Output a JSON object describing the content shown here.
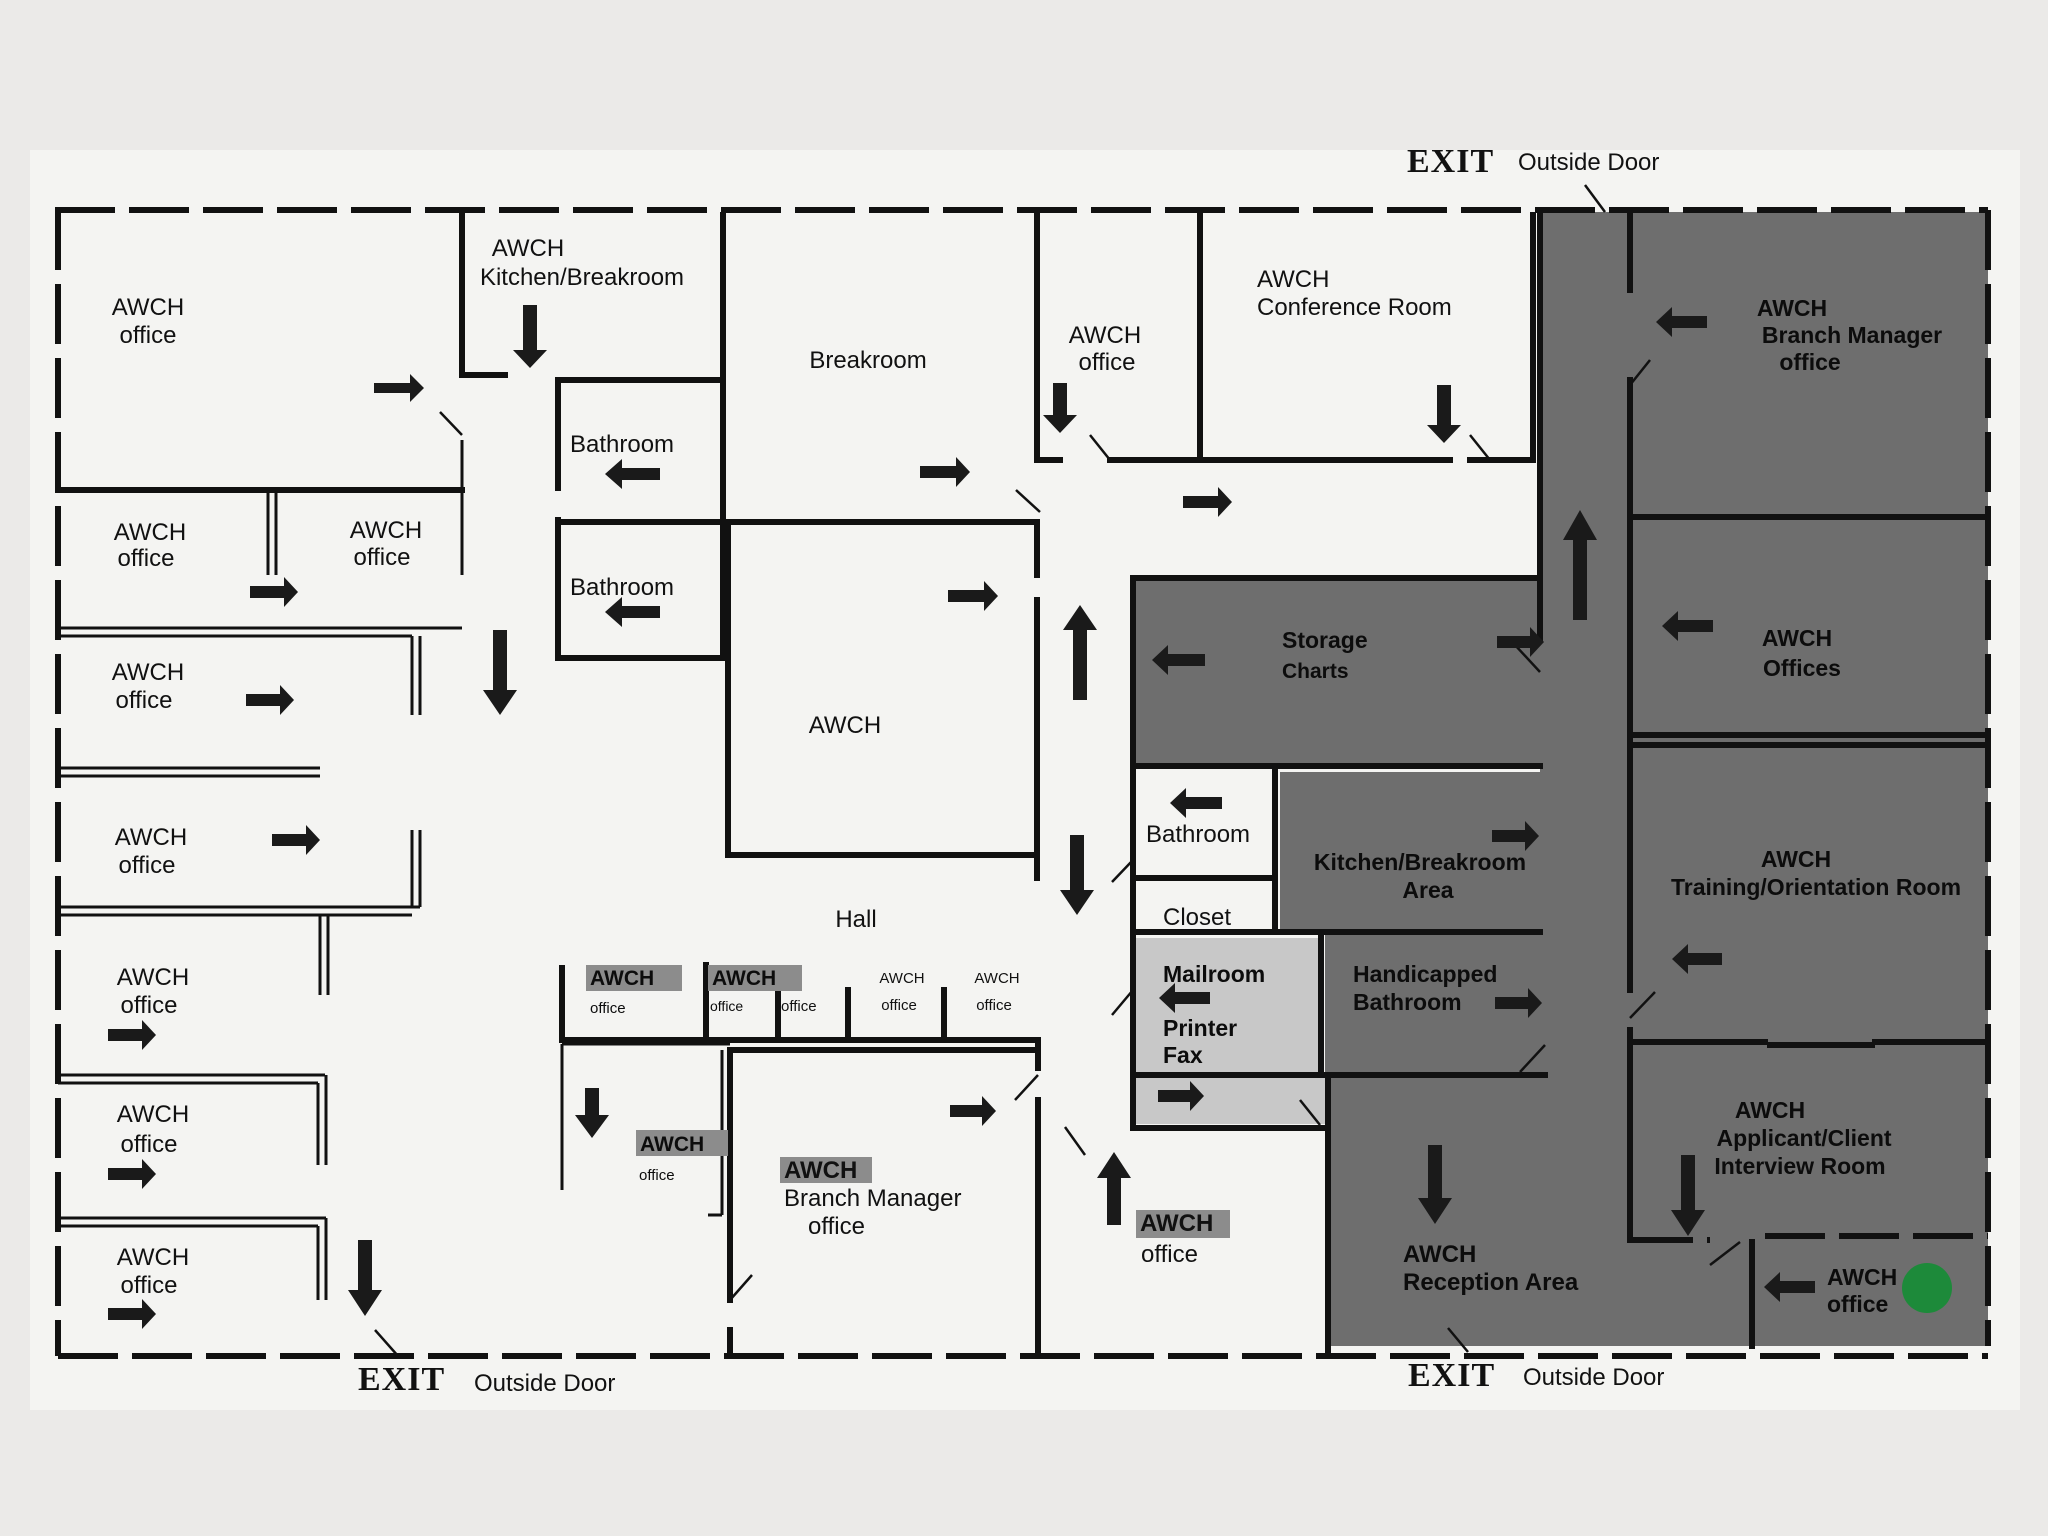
{
  "rooms": {
    "nw_office": [
      "AWCH",
      "office"
    ],
    "kitchen_breakroom": [
      "AWCH",
      "Kitchen/Breakroom"
    ],
    "breakroom": "Breakroom",
    "awch_office_top": [
      "AWCH",
      "office"
    ],
    "conference_room": [
      "AWCH",
      "Conference Room"
    ],
    "branch_manager_office_east": [
      "AWCH",
      "Branch Manager",
      "office"
    ],
    "bathroom_1": "Bathroom",
    "bathroom_2": "Bathroom",
    "office_row2_a": [
      "AWCH",
      "office"
    ],
    "office_row2_b": [
      "AWCH",
      "office"
    ],
    "office_row3": [
      "AWCH",
      "office"
    ],
    "office_row4": [
      "AWCH",
      "office"
    ],
    "office_row5": [
      "AWCH",
      "office"
    ],
    "office_row6": [
      "AWCH",
      "office"
    ],
    "office_row7": [
      "AWCH",
      "office"
    ],
    "awch_center": "AWCH",
    "storage_charts": [
      "Storage",
      "Charts"
    ],
    "awch_offices": [
      "AWCH",
      "Offices"
    ],
    "bathroom_3": "Bathroom",
    "kitchen_breakroom_area": [
      "Kitchen/Breakroom",
      "Area"
    ],
    "training_room": [
      "AWCH",
      "Training/Orientation Room"
    ],
    "hall": "Hall",
    "closet": "Closet",
    "mailroom": [
      "Mailroom",
      "Printer",
      "Fax"
    ],
    "handicapped_bathroom": [
      "Handicapped",
      "Bathroom"
    ],
    "applicant_room": [
      "AWCH",
      "Applicant/Client",
      "Interview Room"
    ],
    "small_office_1": [
      "AWCH",
      "office"
    ],
    "small_office_2": [
      "AWCH",
      "office"
    ],
    "small_office_3": "office",
    "small_office_4": [
      "AWCH",
      "office"
    ],
    "small_office_5": [
      "AWCH",
      "office"
    ],
    "small_office_6": [
      "AWCH",
      "office"
    ],
    "branch_manager_office_south": [
      "AWCH",
      "Branch Manager",
      "office"
    ],
    "awch_office_south": [
      "AWCH",
      "office"
    ],
    "reception_area": [
      "AWCH",
      "Reception Area"
    ],
    "corner_office": [
      "AWCH",
      "office"
    ]
  },
  "exits": {
    "top": {
      "word": "EXIT",
      "label": "Outside Door"
    },
    "bottom_left": {
      "word": "EXIT",
      "label": "Outside Door"
    },
    "bottom_right": {
      "word": "EXIT",
      "label": "Outside Door"
    }
  },
  "colors": {
    "paper": "#f4f4f2",
    "dark_zone": "#6e6e6e",
    "light_zone": "#c8c8c8",
    "ink": "#111111",
    "label_highlight": "#8c8c8c",
    "you_are_here": "#1d8a3a"
  }
}
